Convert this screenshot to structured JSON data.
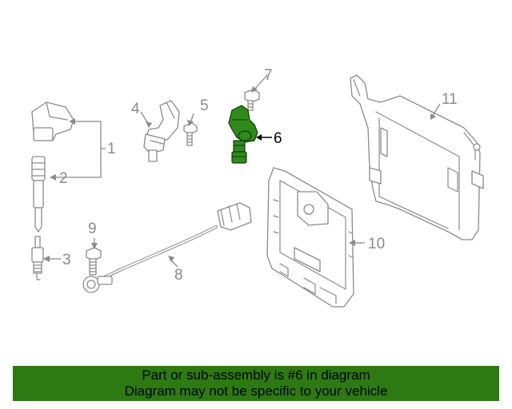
{
  "callouts": {
    "c1": "1",
    "c2": "2",
    "c3": "3",
    "c4": "4",
    "c5": "5",
    "c6": "6",
    "c7": "7",
    "c8": "8",
    "c9": "9",
    "c10": "10",
    "c11": "11"
  },
  "highlight": {
    "part_number": "6",
    "color": "#2f8a1c"
  },
  "banner": {
    "line1": "Part or sub-assembly is #6 in diagram",
    "line2": "Diagram may not be specific to your vehicle",
    "background": "#2d7a12"
  }
}
